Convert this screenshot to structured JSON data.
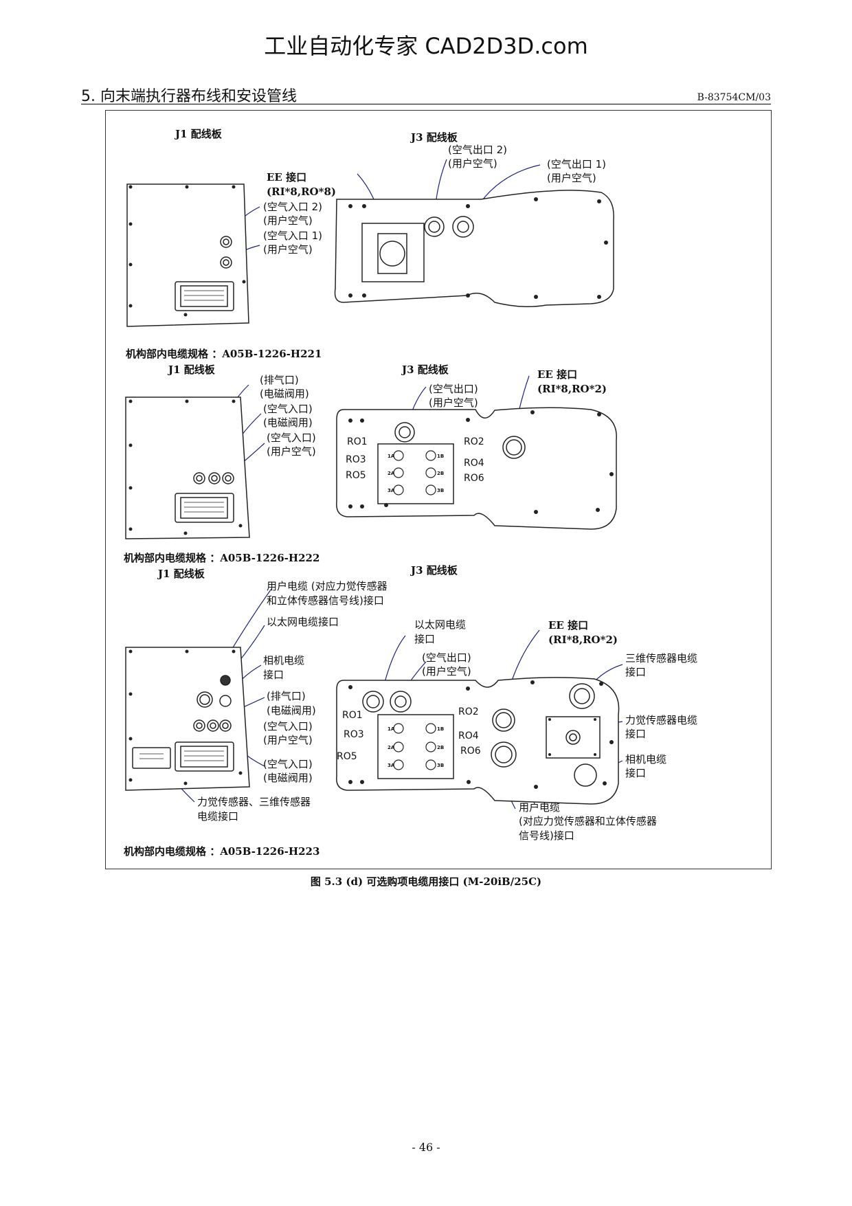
{
  "watermark": "工业自动化专家 CAD2D3D.com",
  "header": {
    "section": "5. 向末端执行器布线和安设管线",
    "doc_no": "B-83754CM/03"
  },
  "caption": "图 5.3 (d)  可选购项电缆用接口 (M-20iB/25C)",
  "page_number": "- 46 -",
  "panel1": {
    "j1_title": "J1 配线板",
    "j3_title": "J3 配线板",
    "ee_port": "EE 接口",
    "ee_spec": "(RI*8,RO*8)",
    "air_in2_a": "(空气入口 2)",
    "air_in2_b": "(用户空气)",
    "air_in1_a": "(空气入口 1)",
    "air_in1_b": "(用户空气)",
    "air_out2_a": "(空气出口 2)",
    "air_out2_b": "(用户空气)",
    "air_out1_a": "(空气出口 1)",
    "air_out1_b": "(用户空气)",
    "cable_spec": "机构部内电缆规格 ：A05B-1226-H221"
  },
  "panel2": {
    "j1_title": "J1 配线板",
    "j3_title": "J3 配线板",
    "exhaust_a": "(排气口)",
    "exhaust_b": "(电磁阀用)",
    "air_in_sol_a": "(空气入口)",
    "air_in_sol_b": "(电磁阀用)",
    "air_in_user_a": "(空气入口)",
    "air_in_user_b": "(用户空气)",
    "air_out_a": "(空气出口)",
    "air_out_b": "(用户空气)",
    "ee_port": "EE 接口",
    "ee_spec": "(RI*8,RO*2)",
    "ro": [
      "RO1",
      "RO2",
      "RO3",
      "RO4",
      "RO5",
      "RO6"
    ],
    "valve_ports": [
      "1A",
      "1B",
      "2A",
      "2B",
      "3A",
      "3B"
    ],
    "cable_spec": "机构部内电缆规格 ：A05B-1226-H222"
  },
  "panel3": {
    "j1_title": "J1 配线板",
    "j3_title": "J3 配线板",
    "user_cable_a": "用户电缆  (对应力觉传感器",
    "user_cable_b": "和立体传感器信号线)接口",
    "ethernet_port": "以太网电缆接口",
    "camera_a": "相机电缆",
    "camera_b": "接口",
    "exhaust_a": "(排气口)",
    "exhaust_b": "(电磁阀用)",
    "air_in_user_a": "(空气入口)",
    "air_in_user_b": "(用户空气)",
    "air_in_sol_a": "(空气入口)",
    "air_in_sol_b": "(电磁阀用)",
    "force3d_a": "力觉传感器、三维传感器",
    "force3d_b": "电缆接口",
    "eth_j3_a": "以太网电缆",
    "eth_j3_b": "接口",
    "air_out_a": "(空气出口)",
    "air_out_b": "(用户空气)",
    "ee_port": "EE 接口",
    "ee_spec": "(RI*8,RO*2)",
    "sensor3d_a": "三维传感器电缆",
    "sensor3d_b": "接口",
    "force_a": "力觉传感器电缆",
    "force_b": "接口",
    "camera_j3_a": "相机电缆",
    "camera_j3_b": "接口",
    "user_cable_j3_a": "用户电缆",
    "user_cable_j3_b": "(对应力觉传感器和立体传感器",
    "user_cable_j3_c": "信号线)接口",
    "ro": [
      "RO1",
      "RO2",
      "RO3",
      "RO4",
      "RO5",
      "RO6"
    ],
    "valve_ports": [
      "1A",
      "1B",
      "2A",
      "2B",
      "3A",
      "3B"
    ],
    "cable_spec": "机构部内电缆规格 ：A05B-1226-H223"
  }
}
